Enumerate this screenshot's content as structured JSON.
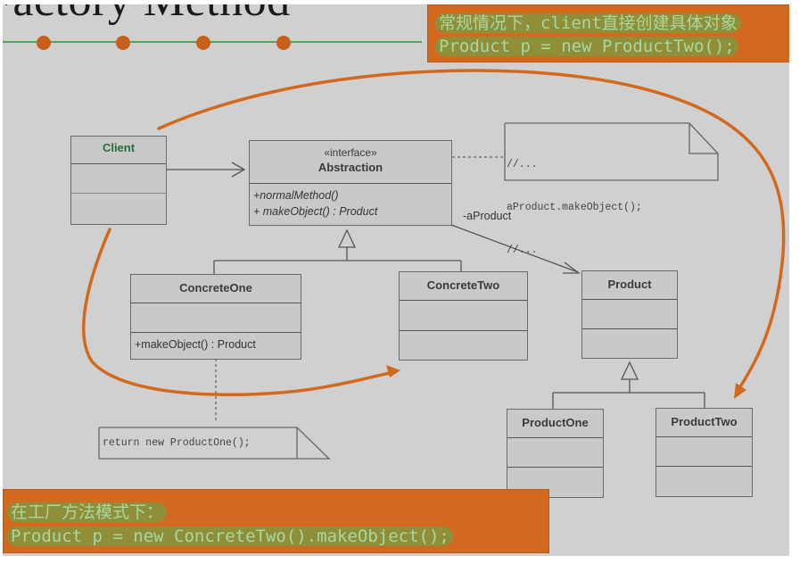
{
  "slide": {
    "title": "Factory Method",
    "timeline_dots": 4
  },
  "colors": {
    "background": "#d0d0d0",
    "accent_orange": "#d2691e",
    "annotation_green": "#7ccf95",
    "callout_text": "#a8d8a0",
    "timeline_line": "#3cb34a"
  },
  "callouts": {
    "top": {
      "line1": "常规情况下，client直接创建具体对象",
      "line2": "Product p = new ProductTwo();"
    },
    "bottom": {
      "line1": "在工厂方法模式下：",
      "line2": "Product p = new ConcreteTwo().makeObject();"
    }
  },
  "diagram": {
    "client": {
      "name": "Client"
    },
    "abstraction": {
      "stereotype": "«interface»",
      "name": "Abstraction",
      "methods": [
        "+normalMethod()",
        "+ makeObject() : Product"
      ]
    },
    "concrete_one": {
      "name": "ConcreteOne",
      "methods": [
        "+makeObject() : Product"
      ]
    },
    "concrete_two": {
      "name": "ConcreteTwo"
    },
    "product": {
      "name": "Product"
    },
    "product_one": {
      "name": "ProductOne"
    },
    "product_two": {
      "name": "ProductTwo"
    },
    "association_label": "-aProduct",
    "note_abstraction": {
      "lines": [
        "//...",
        "aProduct.makeObject();",
        "//..."
      ]
    },
    "note_concrete_one": {
      "text": "return new ProductOne();"
    }
  }
}
